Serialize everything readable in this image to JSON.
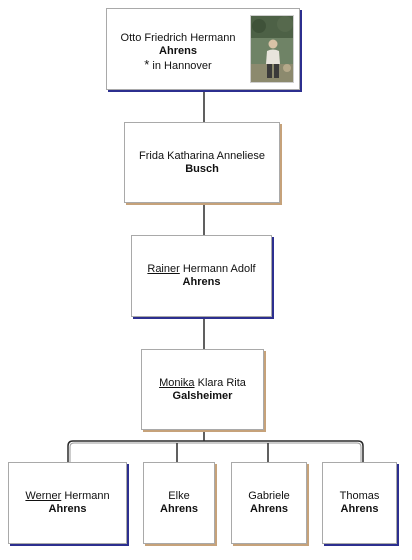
{
  "people": {
    "otto": {
      "given": "Otto Friedrich Hermann",
      "surname": "Ahrens",
      "birth_symbol": "*",
      "birth_place": "in Hannover"
    },
    "frida": {
      "given": "Frida Katharina Anneliese",
      "surname": "Busch"
    },
    "rainer": {
      "call_name": "Rainer",
      "given_rest": "Hermann Adolf",
      "surname": "Ahrens"
    },
    "monika": {
      "call_name": "Monika",
      "given_rest": "Klara Rita",
      "surname": "Galsheimer"
    },
    "werner": {
      "call_name": "Werner",
      "given_rest": "Hermann",
      "surname": "Ahrens"
    },
    "elke": {
      "given": "Elke",
      "surname": "Ahrens"
    },
    "gabriele": {
      "given": "Gabriele",
      "surname": "Ahrens"
    },
    "thomas": {
      "given": "Thomas",
      "surname": "Ahrens"
    }
  },
  "colors": {
    "male_shadow": "#2c2f8f",
    "female_shadow": "#c6a27a",
    "border": "#a9a9a9",
    "connector": "#2b2b2b"
  }
}
